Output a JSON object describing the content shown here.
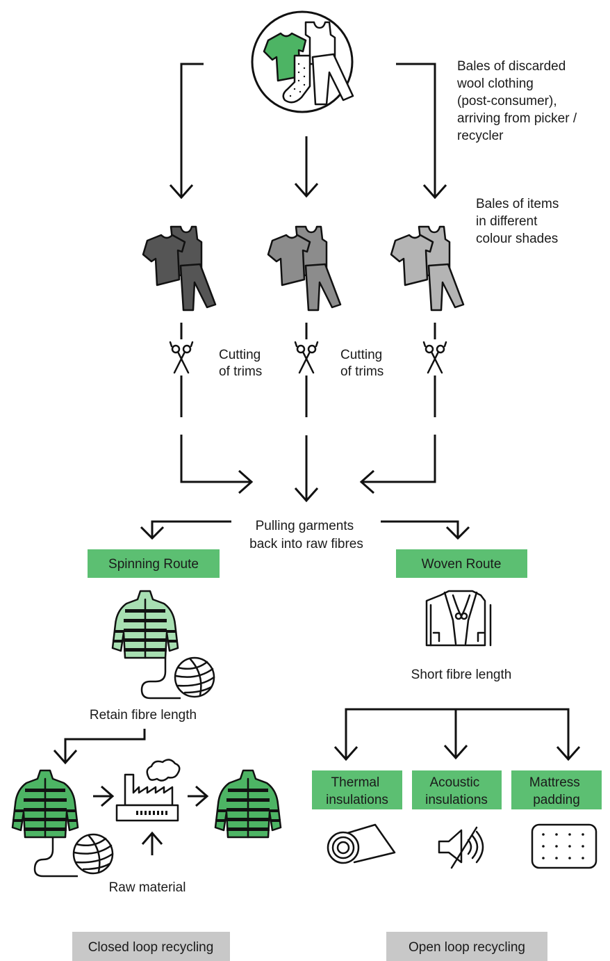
{
  "colors": {
    "green_box": "#5cbf72",
    "gray_box": "#c8c8c8",
    "green_icon": "#4db464",
    "light_green": "#a8dfb2",
    "shade_dark": "#555555",
    "shade_mid": "#8c8c8c",
    "shade_light": "#b4b4b4"
  },
  "source": {
    "icon": "clothing-bundle-icon",
    "label_lines": [
      "Bales of discarded",
      "wool clothing",
      "(post-consumer),",
      "arriving from picker /",
      "recycler"
    ]
  },
  "shades": {
    "icon": "clothing-set-icon",
    "label_lines": [
      "Bales of items",
      "in different",
      "colour shades"
    ]
  },
  "cutting": {
    "icon": "scissors-icon",
    "label_lines": [
      "Cutting",
      "of trims"
    ]
  },
  "pulling": {
    "label_lines": [
      "Pulling garments",
      "back into raw fibres"
    ]
  },
  "spinning": {
    "title": "Spinning Route",
    "icon": "puffer-jacket-with-yarn-icon",
    "caption": "Retain fibre length",
    "raw_material": "Raw material",
    "factory_icon": "factory-icon"
  },
  "woven": {
    "title": "Woven Route",
    "icon": "coat-icon",
    "caption": "Short fibre length",
    "products": [
      {
        "label_lines": [
          "Thermal",
          "insulations"
        ],
        "icon": "roll-icon"
      },
      {
        "label_lines": [
          "Acoustic",
          "insulations"
        ],
        "icon": "mute-speaker-icon"
      },
      {
        "label_lines": [
          "Mattress",
          "padding"
        ],
        "icon": "mattress-icon"
      }
    ]
  },
  "footer": {
    "closed": "Closed loop recycling",
    "open": "Open loop recycling"
  }
}
